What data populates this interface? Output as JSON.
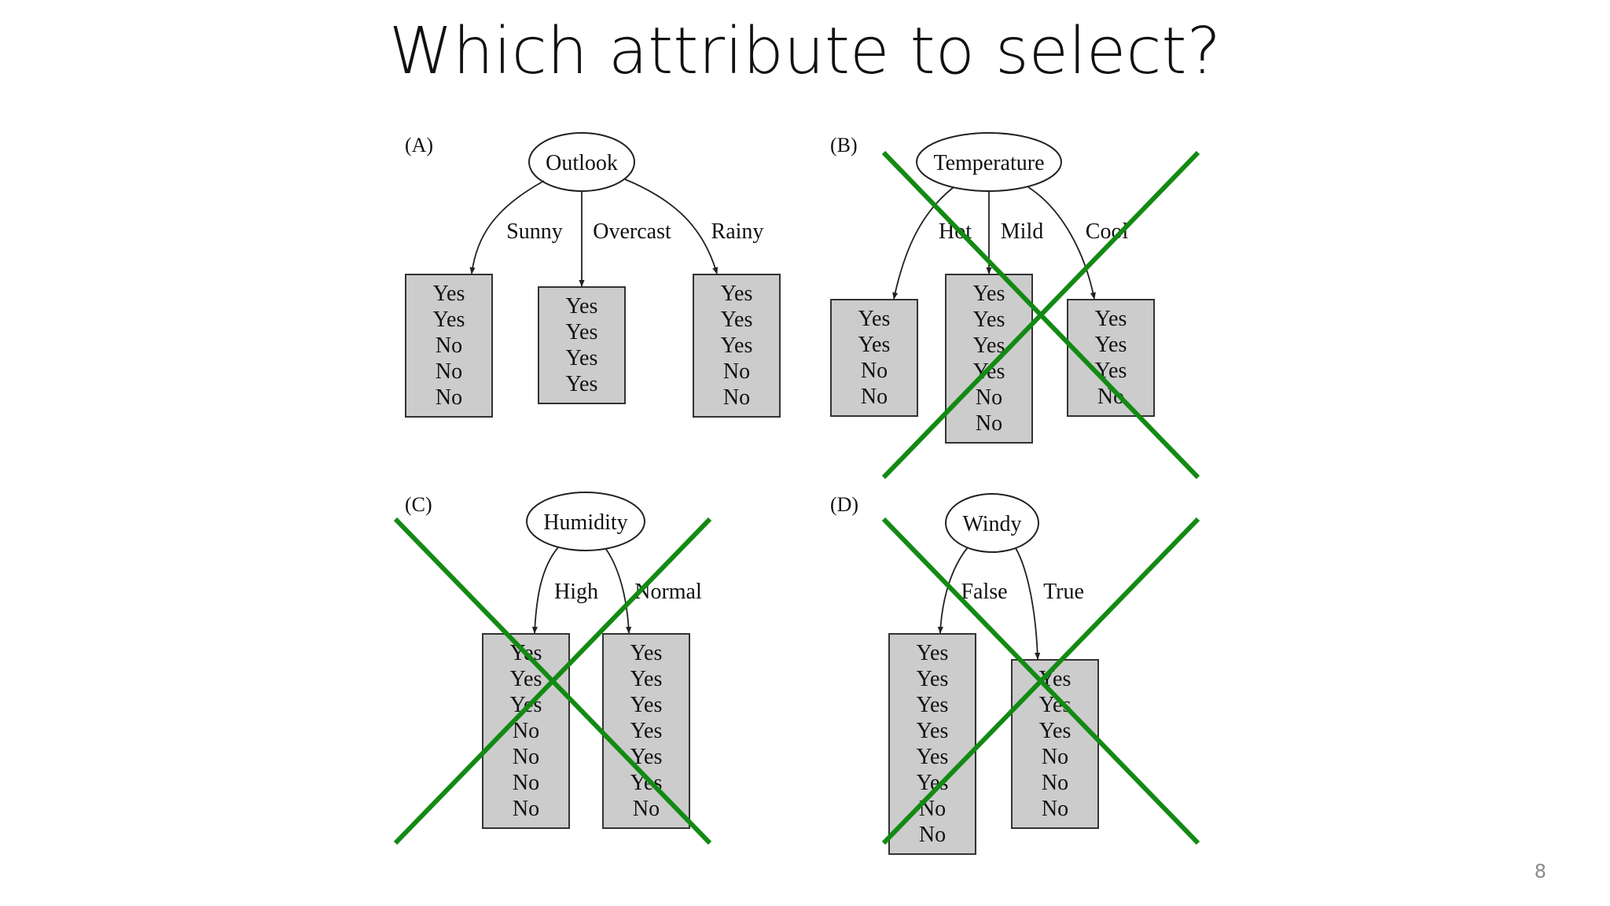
{
  "slide": {
    "title": "Which attribute to select?",
    "page_number": "8"
  },
  "colors": {
    "leaf_fill": "#cccccc",
    "cross": "#138a13",
    "text": "#111111"
  },
  "panels": [
    {
      "id": "A",
      "label": "(A)",
      "attribute": "Outlook",
      "crossed": false,
      "branches": [
        {
          "label": "Sunny",
          "examples": [
            "Yes",
            "Yes",
            "No",
            "No",
            "No"
          ]
        },
        {
          "label": "Overcast",
          "examples": [
            "Yes",
            "Yes",
            "Yes",
            "Yes"
          ]
        },
        {
          "label": "Rainy",
          "examples": [
            "Yes",
            "Yes",
            "Yes",
            "No",
            "No"
          ]
        }
      ]
    },
    {
      "id": "B",
      "label": "(B)",
      "attribute": "Temperature",
      "crossed": true,
      "branches": [
        {
          "label": "Hot",
          "examples": [
            "Yes",
            "Yes",
            "No",
            "No"
          ]
        },
        {
          "label": "Mild",
          "examples": [
            "Yes",
            "Yes",
            "Yes",
            "Yes",
            "No",
            "No"
          ]
        },
        {
          "label": "Cool",
          "examples": [
            "Yes",
            "Yes",
            "Yes",
            "No"
          ]
        }
      ]
    },
    {
      "id": "C",
      "label": "(C)",
      "attribute": "Humidity",
      "crossed": true,
      "branches": [
        {
          "label": "High",
          "examples": [
            "Yes",
            "Yes",
            "Yes",
            "No",
            "No",
            "No",
            "No"
          ]
        },
        {
          "label": "Normal",
          "examples": [
            "Yes",
            "Yes",
            "Yes",
            "Yes",
            "Yes",
            "Yes",
            "No"
          ]
        }
      ]
    },
    {
      "id": "D",
      "label": "(D)",
      "attribute": "Windy",
      "crossed": true,
      "branches": [
        {
          "label": "False",
          "examples": [
            "Yes",
            "Yes",
            "Yes",
            "Yes",
            "Yes",
            "Yes",
            "No",
            "No"
          ]
        },
        {
          "label": "True",
          "examples": [
            "Yes",
            "Yes",
            "Yes",
            "No",
            "No",
            "No"
          ]
        }
      ]
    }
  ]
}
